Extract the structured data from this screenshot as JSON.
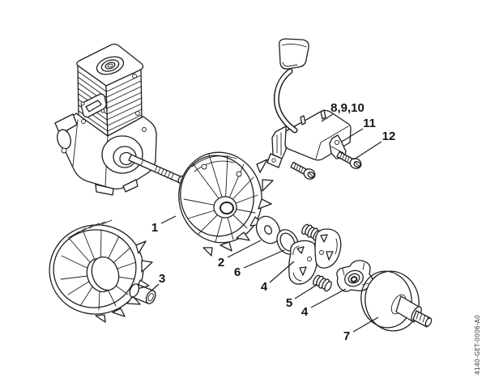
{
  "colors": {
    "background": "#ffffff",
    "line": "#1f1f1f",
    "label": "#141414"
  },
  "diagram": {
    "doc_code": "4140-GET-0006-A0",
    "callouts": [
      {
        "id": "c1",
        "label": "1"
      },
      {
        "id": "c2",
        "label": "2"
      },
      {
        "id": "c3",
        "label": "3"
      },
      {
        "id": "c4a",
        "label": "4"
      },
      {
        "id": "c5",
        "label": "5"
      },
      {
        "id": "c6",
        "label": "6"
      },
      {
        "id": "c4b",
        "label": "4"
      },
      {
        "id": "c7",
        "label": "7"
      },
      {
        "id": "c8910",
        "label": "8,9,10"
      },
      {
        "id": "c11",
        "label": "11"
      },
      {
        "id": "c12",
        "label": "12"
      }
    ]
  }
}
